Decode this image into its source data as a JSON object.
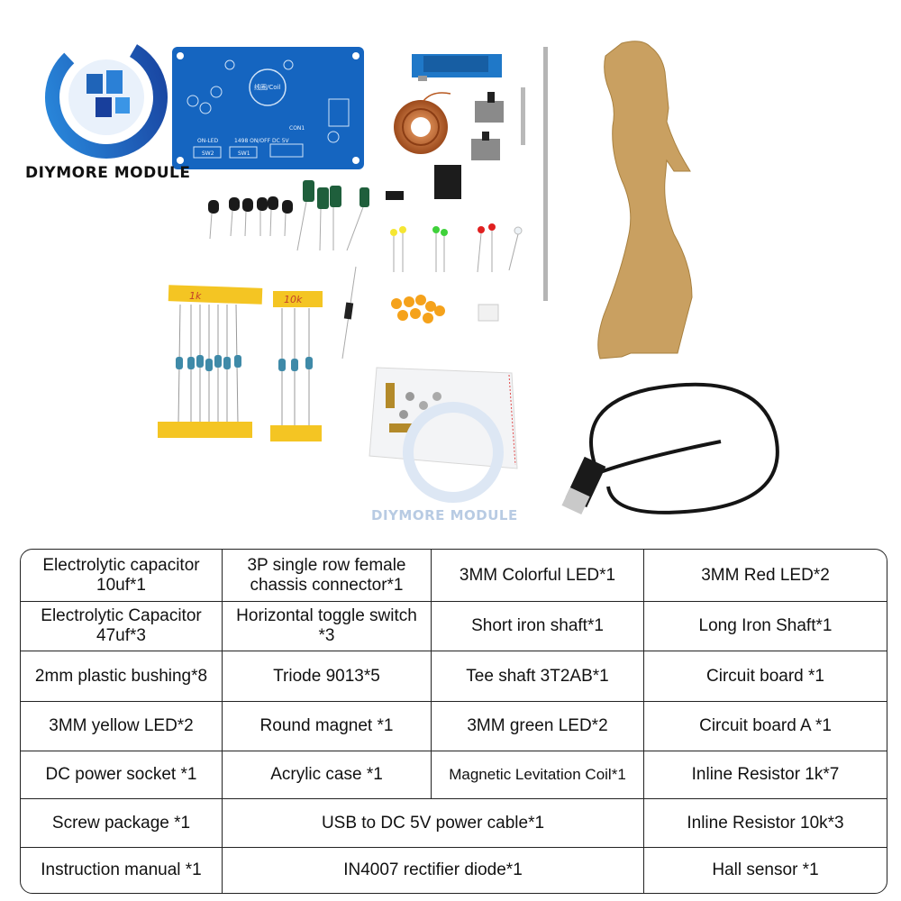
{
  "brand": {
    "logo_text": "DIYMORE MODULE",
    "watermark_text": "DIYMORE MODULE"
  },
  "board_silkscreen": {
    "coil": "线圈/Coil",
    "on_led": "ON-LED",
    "onoff": "1498\nON/OFF",
    "dc5v": "DC 5V",
    "sw2": "SW2",
    "sw1": "SW1",
    "con1": "CON1"
  },
  "tape_labels": {
    "left": "1k",
    "right": "10k"
  },
  "parts_table": {
    "rows": [
      [
        "Electrolytic capacitor 10uf*1",
        "3P single row female chassis connector*1",
        "3MM Colorful LED*1",
        "3MM Red LED*2"
      ],
      [
        "Electrolytic Capacitor 47uf*3",
        "Horizontal toggle switch *3",
        "Short iron shaft*1",
        "Long Iron Shaft*1"
      ],
      [
        "2mm plastic bushing*8",
        "Triode 9013*5",
        "Tee shaft 3T2AB*1",
        "Circuit board *1"
      ],
      [
        "3MM yellow LED*2",
        "Round magnet *1",
        "3MM green LED*2",
        "Circuit board A *1"
      ],
      [
        "DC power socket *1",
        "Acrylic case *1",
        "Magnetic Levitation Coil*1",
        "Inline Resistor 1k*7"
      ],
      [
        "Screw package *1",
        "USB to DC 5V power cable*1",
        "Inline Resistor 10k*3"
      ],
      [
        "Instruction manual *1",
        "IN4007 rectifier diode*1",
        "Hall sensor *1"
      ]
    ]
  },
  "colors": {
    "board": "#1565c0",
    "logo_blue": "#1f64b8",
    "coil": "#c0622a",
    "acrylic": "#c9a061",
    "tape": "#f4c523"
  }
}
